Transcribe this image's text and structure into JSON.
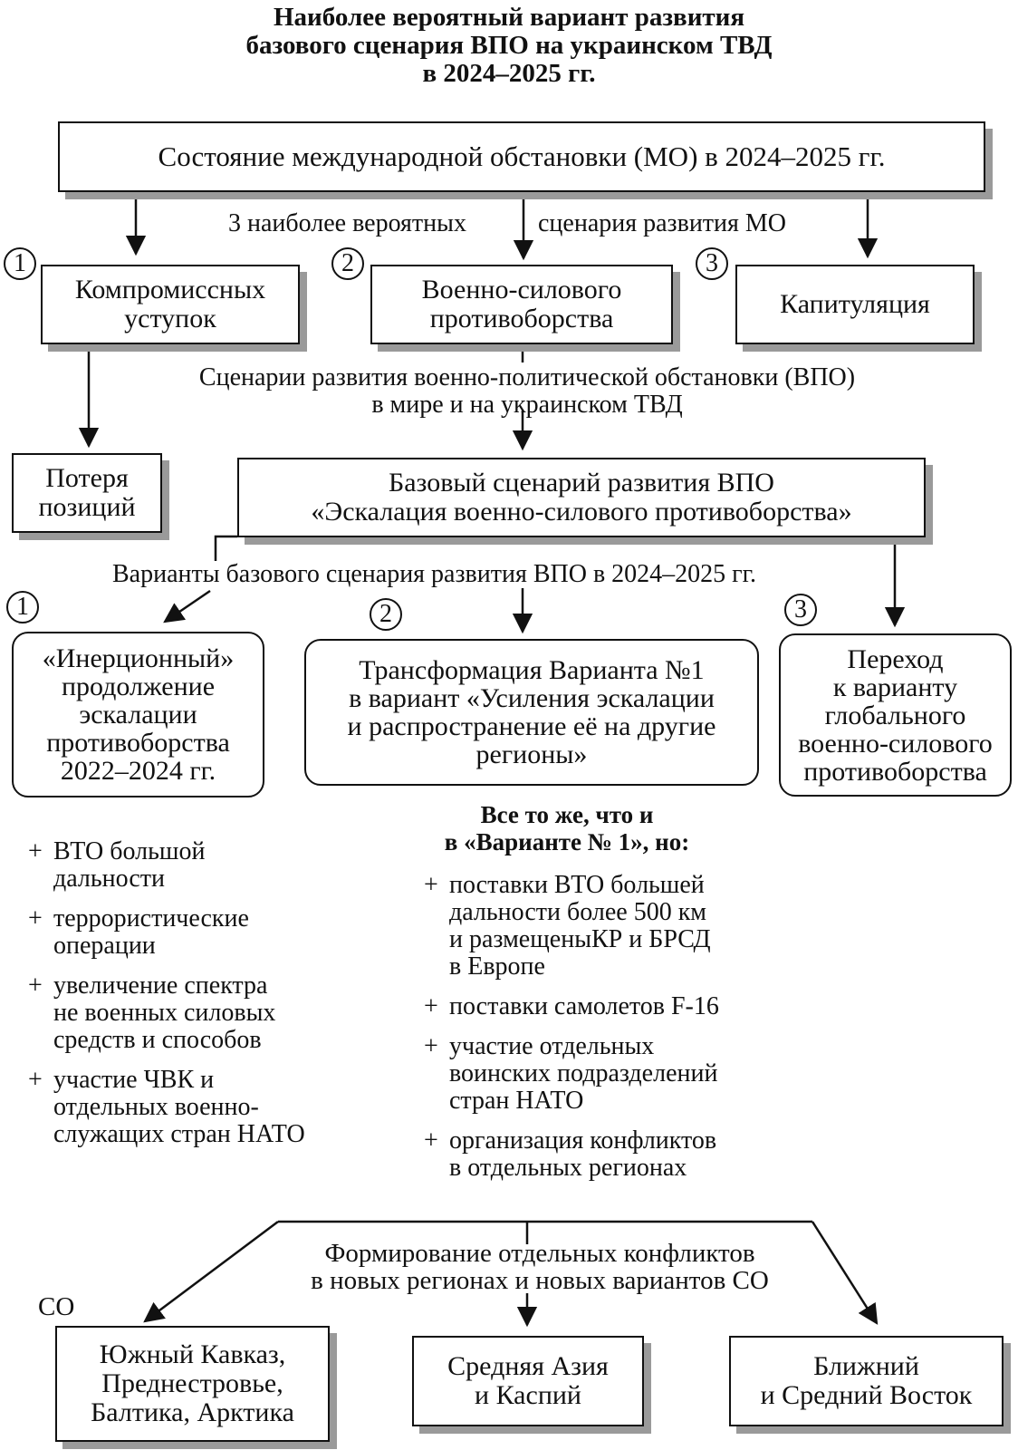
{
  "title": [
    "Наиболее вероятный вариант развития",
    "базового сценария ВПО на украинском ТВД",
    "в 2024–2025 гг."
  ],
  "top_box": "Состояние международной обстановки (МО) в 2024–2025 гг.",
  "mo_label_left": "3 наиболее вероятных",
  "mo_label_right": "сценария развития МО",
  "mo_scenarios": [
    {
      "num": "1",
      "lines": [
        "Компромиссных",
        "уступок"
      ]
    },
    {
      "num": "2",
      "lines": [
        "Военно-силового",
        "противоборства"
      ]
    },
    {
      "num": "3",
      "lines": [
        "Капитуляция"
      ]
    }
  ],
  "loss_box": [
    "Потеря",
    "позиций"
  ],
  "vpo_label": [
    "Сценарии развития военно-политической обстановки (ВПО)",
    "в мире и на украинском ТВД"
  ],
  "base_box": [
    "Базовый сценарий развития ВПО",
    "«Эскалация военно-силового противоборства»"
  ],
  "variants_label": "Варианты базового сценария развития ВПО в 2024–2025 гг.",
  "variants": [
    {
      "num": "1",
      "lines": [
        "«Инерционный»",
        "продолжение",
        "эскалации",
        "противоборства",
        "2022–2024 гг."
      ]
    },
    {
      "num": "2",
      "lines": [
        "Трансформация Варианта №1",
        "в вариант «Усиления эскалации",
        "и распространение её на другие",
        "регионы»"
      ]
    },
    {
      "num": "3",
      "lines": [
        "Переход",
        "к варианту",
        "глобального",
        "военно-силового",
        "противоборства"
      ]
    }
  ],
  "left_list": [
    {
      "plus": "+",
      "lines": [
        "ВТО большой",
        "дальности"
      ]
    },
    {
      "plus": "+",
      "lines": [
        "террористические",
        "операции"
      ]
    },
    {
      "plus": "+",
      "lines": [
        "увеличение спектра",
        "не военных силовых",
        "средств и способов"
      ]
    },
    {
      "plus": "+",
      "lines": [
        "участие ЧВК и",
        "отдельных военно-",
        "служащих стран НАТО"
      ]
    }
  ],
  "mid_header": [
    "Все то же, что и",
    "в «Варианте № 1», но:"
  ],
  "mid_list": [
    {
      "plus": "+",
      "lines": [
        "поставки ВТО большей",
        "дальности более 500 км",
        "и размещеныКР и БРСД",
        "в Европе"
      ]
    },
    {
      "plus": "+",
      "lines": [
        "поставки самолетов F-16"
      ]
    },
    {
      "plus": "+",
      "lines": [
        "участие отдельных",
        "воинских подразделений",
        "стран НАТО"
      ]
    },
    {
      "plus": "+",
      "lines": [
        "организация конфликтов",
        "в отдельных регионах"
      ]
    }
  ],
  "formation_label": [
    "Формирование отдельных конфликтов",
    "в новых регионах и новых вариантов СО"
  ],
  "co_label": "СО",
  "regions": [
    {
      "lines": [
        "Южный Кавказ,",
        "Преднестровье,",
        "Балтика, Арктика"
      ]
    },
    {
      "lines": [
        "Средняя Азия",
        "и Каспий"
      ]
    },
    {
      "lines": [
        "Ближний",
        "и Средний Восток"
      ]
    }
  ]
}
